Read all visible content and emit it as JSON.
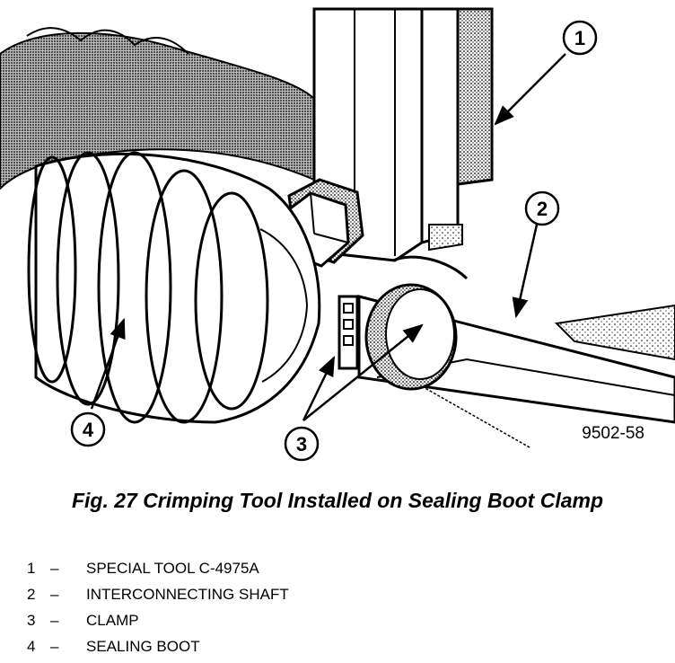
{
  "figure": {
    "code": "9502-58",
    "caption": "Fig. 27 Crimping Tool Installed on Sealing Boot Clamp",
    "callouts": [
      "1",
      "2",
      "3",
      "4"
    ]
  },
  "legend": [
    {
      "num": "1",
      "dash": "–",
      "label": "SPECIAL TOOL C-4975A"
    },
    {
      "num": "2",
      "dash": "–",
      "label": "INTERCONNECTING SHAFT"
    },
    {
      "num": "3",
      "dash": "–",
      "label": "CLAMP"
    },
    {
      "num": "4",
      "dash": "–",
      "label": "SEALING BOOT"
    }
  ]
}
